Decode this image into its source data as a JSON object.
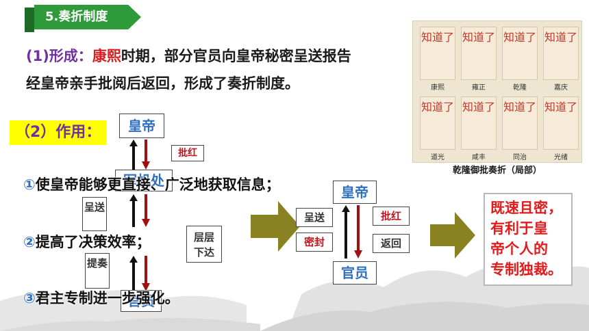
{
  "title": "5.奏折制度",
  "formation": {
    "label": "(1)形成：",
    "emperor": "康熙",
    "text_line1": "时期，部分官员向皇帝秘密呈送报告",
    "text_line2": "经皇帝亲手批阅后返回，形成了奏折制度。"
  },
  "effect": {
    "label": "（2）作用：",
    "points": [
      {
        "num": "①",
        "text": "使皇帝能够更直接、广泛地获取信息；"
      },
      {
        "num": "②",
        "text": "提高了决策效率；"
      },
      {
        "num": "③",
        "text": "君主专制进一步强化。"
      }
    ]
  },
  "diagram_left": {
    "top": "皇帝",
    "mid": "军机处",
    "bottom": "官员",
    "red_top": "批红",
    "up1": "呈送",
    "up2": "提奏",
    "down": "层层下达"
  },
  "diagram_center": {
    "top": "皇帝",
    "bottom": "官员",
    "left_top": "呈送",
    "left_bottom": "密封",
    "right_top": "批红",
    "right_bottom": "返回"
  },
  "result": [
    "既速且密，",
    "有利于皇",
    "帝个人的",
    "专制独裁。"
  ],
  "photo": {
    "caption": "乾隆御批奏折（局部）",
    "strip_text": "知道了",
    "names": [
      "康熙",
      "雍正",
      "乾隆",
      "嘉庆",
      "道光",
      "咸丰",
      "同治",
      "光绪"
    ]
  },
  "colors": {
    "title_green": "#2e9a3a",
    "purple": "#7030a0",
    "red": "#d81e1e",
    "blue": "#2f6fbf",
    "arrow_olive": "#8a8222",
    "highlight": "#ffff00"
  }
}
